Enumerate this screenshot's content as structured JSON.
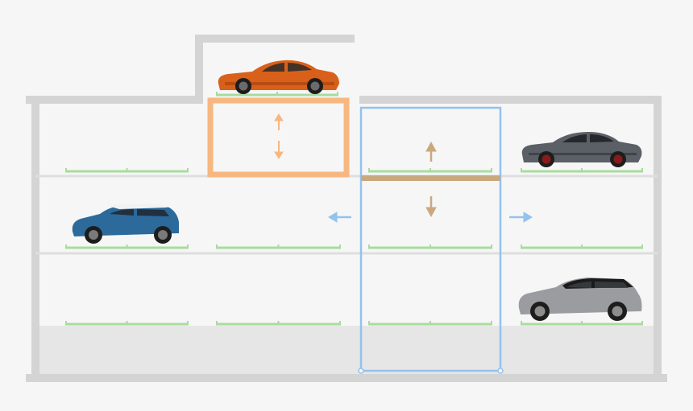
{
  "colors": {
    "background": "#f6f6f6",
    "wall": "#d4d4d4",
    "floor_line": "#dedede",
    "basement_fill": "#e6e6e6",
    "pallet": "#a8dc9e",
    "lift": "#f7b780",
    "shaft": "#8fbbe8",
    "lift_platform": "#c9a87e",
    "lift_arrow": "#c9a87e",
    "slide_arrow": "#93c2ee"
  },
  "levels": [
    "roof",
    "upper",
    "middle",
    "basement"
  ],
  "cars": [
    {
      "id": "sports-car",
      "color": "#d9601a",
      "level": "roof"
    },
    {
      "id": "sedan",
      "color": "#5b5f66",
      "level": "upper"
    },
    {
      "id": "hatchback",
      "color": "#2c6a9b",
      "level": "middle"
    },
    {
      "id": "suv",
      "color": "#9a9c9f",
      "level": "basement"
    }
  ],
  "lifts": [
    {
      "id": "car-lift-left",
      "motion": "vertical"
    },
    {
      "id": "car-lift-shaft",
      "motion": "vertical"
    }
  ],
  "transfer_directions": [
    "left",
    "right"
  ]
}
